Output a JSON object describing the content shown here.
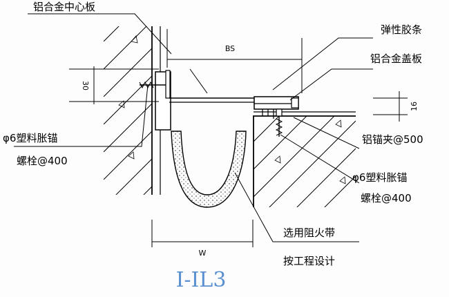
{
  "labels": {
    "center_plate": "铝合金中心板",
    "rubber_strip": "弹性胶条",
    "cover_plate": "铝合金盖板",
    "anchor_left_line1": "φ6塑料胀锚",
    "anchor_left_line2": "螺栓@400",
    "clip": "铝锚夹@500",
    "anchor_right_line1": "φ6塑料胀锚",
    "anchor_right_line2": "螺栓@400",
    "fire_belt_line1": "选用阻火带",
    "fire_belt_line2": "按工程设计"
  },
  "dimensions": {
    "bs": "BS",
    "d30": "30",
    "d16": "16",
    "w": "W"
  },
  "code": "I-IL3",
  "colors": {
    "code_text": "#5a8fd0",
    "line": "#000000"
  }
}
